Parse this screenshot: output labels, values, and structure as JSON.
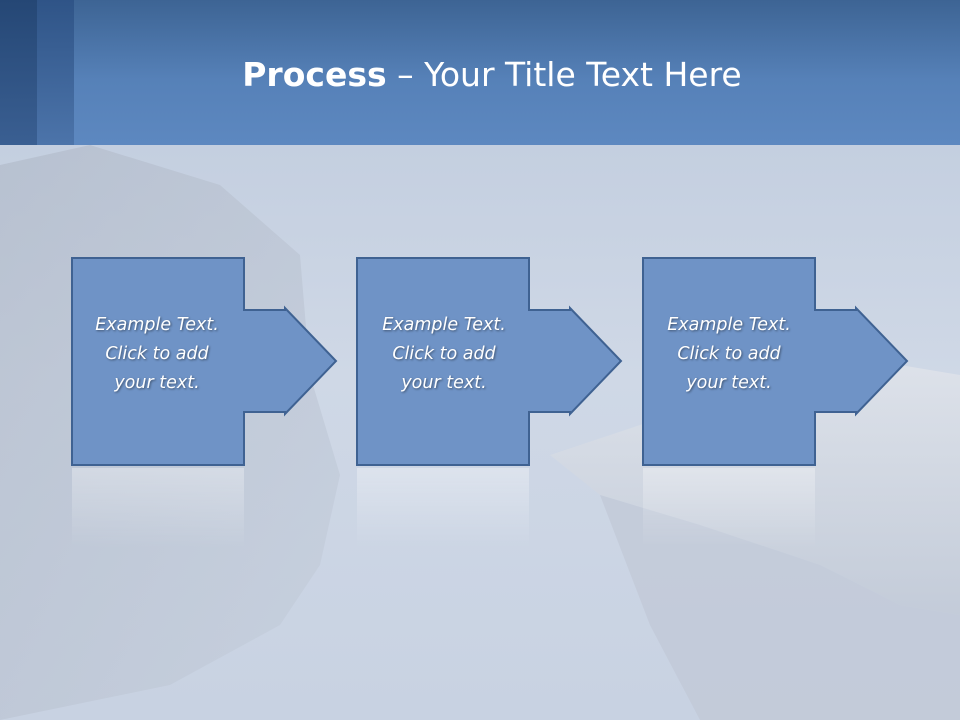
{
  "slide": {
    "title_bold": "Process",
    "title_rest": " – Your Title Text Here"
  },
  "steps": [
    {
      "line1": "Example Text.",
      "line2": "Click  to add",
      "line3": "your text."
    },
    {
      "line1": "Example Text.",
      "line2": "Click  to add",
      "line3": "your text."
    },
    {
      "line1": "Example Text.",
      "line2": "Click  to add",
      "line3": "your text."
    }
  ],
  "colors": {
    "header": "#5681b8",
    "step_fill": "#6f93c6",
    "step_border": "#3f6292"
  }
}
